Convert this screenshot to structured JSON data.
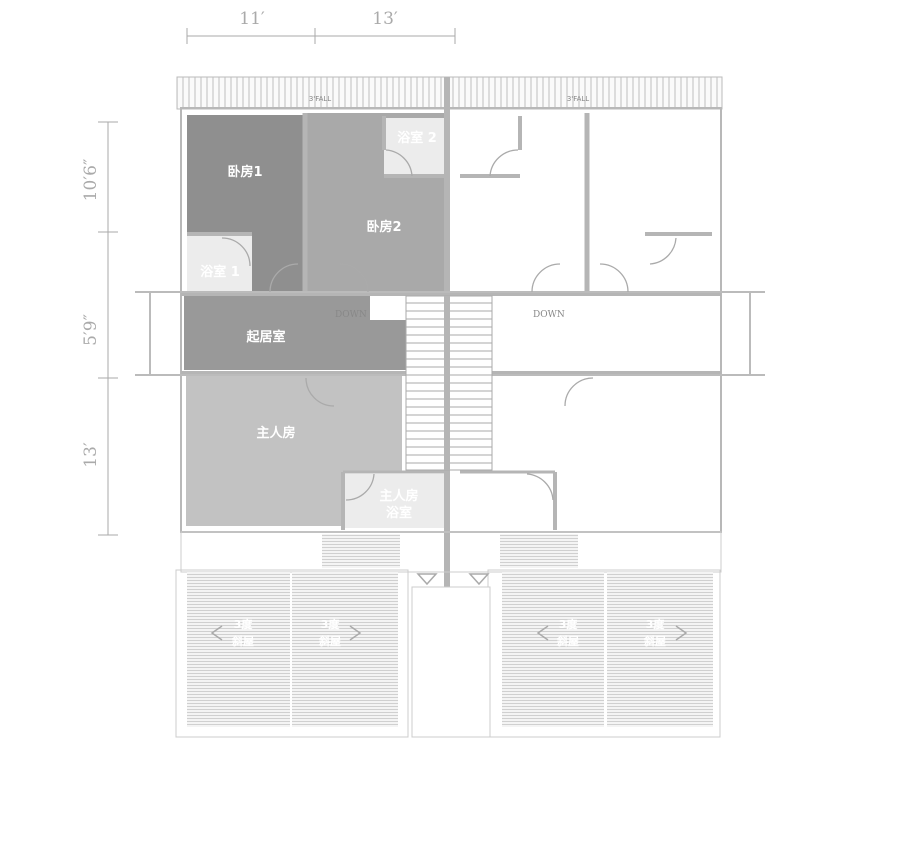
{
  "title_dims": {
    "top_left": "11′",
    "top_right": "13′",
    "left_top": "10′6″",
    "left_mid": "5′9″",
    "left_bottom": "13′"
  },
  "fall_labels": [
    "3'FALL",
    "3'FALL"
  ],
  "rooms": {
    "bedroom1": "卧房1",
    "bedroom2": "卧房2",
    "bath1": "浴室 1",
    "bath2": "浴室 2",
    "living": "起居室",
    "master": "主人房",
    "master_bath_line1": "主人房",
    "master_bath_line2": "浴室"
  },
  "stairs": {
    "down_left": "DOWN",
    "down_right": "DOWN"
  },
  "roofs": [
    {
      "line1": "3度",
      "line2": "斜屋"
    },
    {
      "line1": "3度",
      "line2": "斜屋"
    },
    {
      "line1": "3度",
      "line2": "斜屋"
    },
    {
      "line1": "3度",
      "line2": "斜屋"
    }
  ],
  "colors": {
    "bedroom1": "#8f8f8f",
    "bedroom2": "#a9a9a9",
    "living": "#999999",
    "master": "#c2c2c2",
    "bath": "#ececec"
  }
}
